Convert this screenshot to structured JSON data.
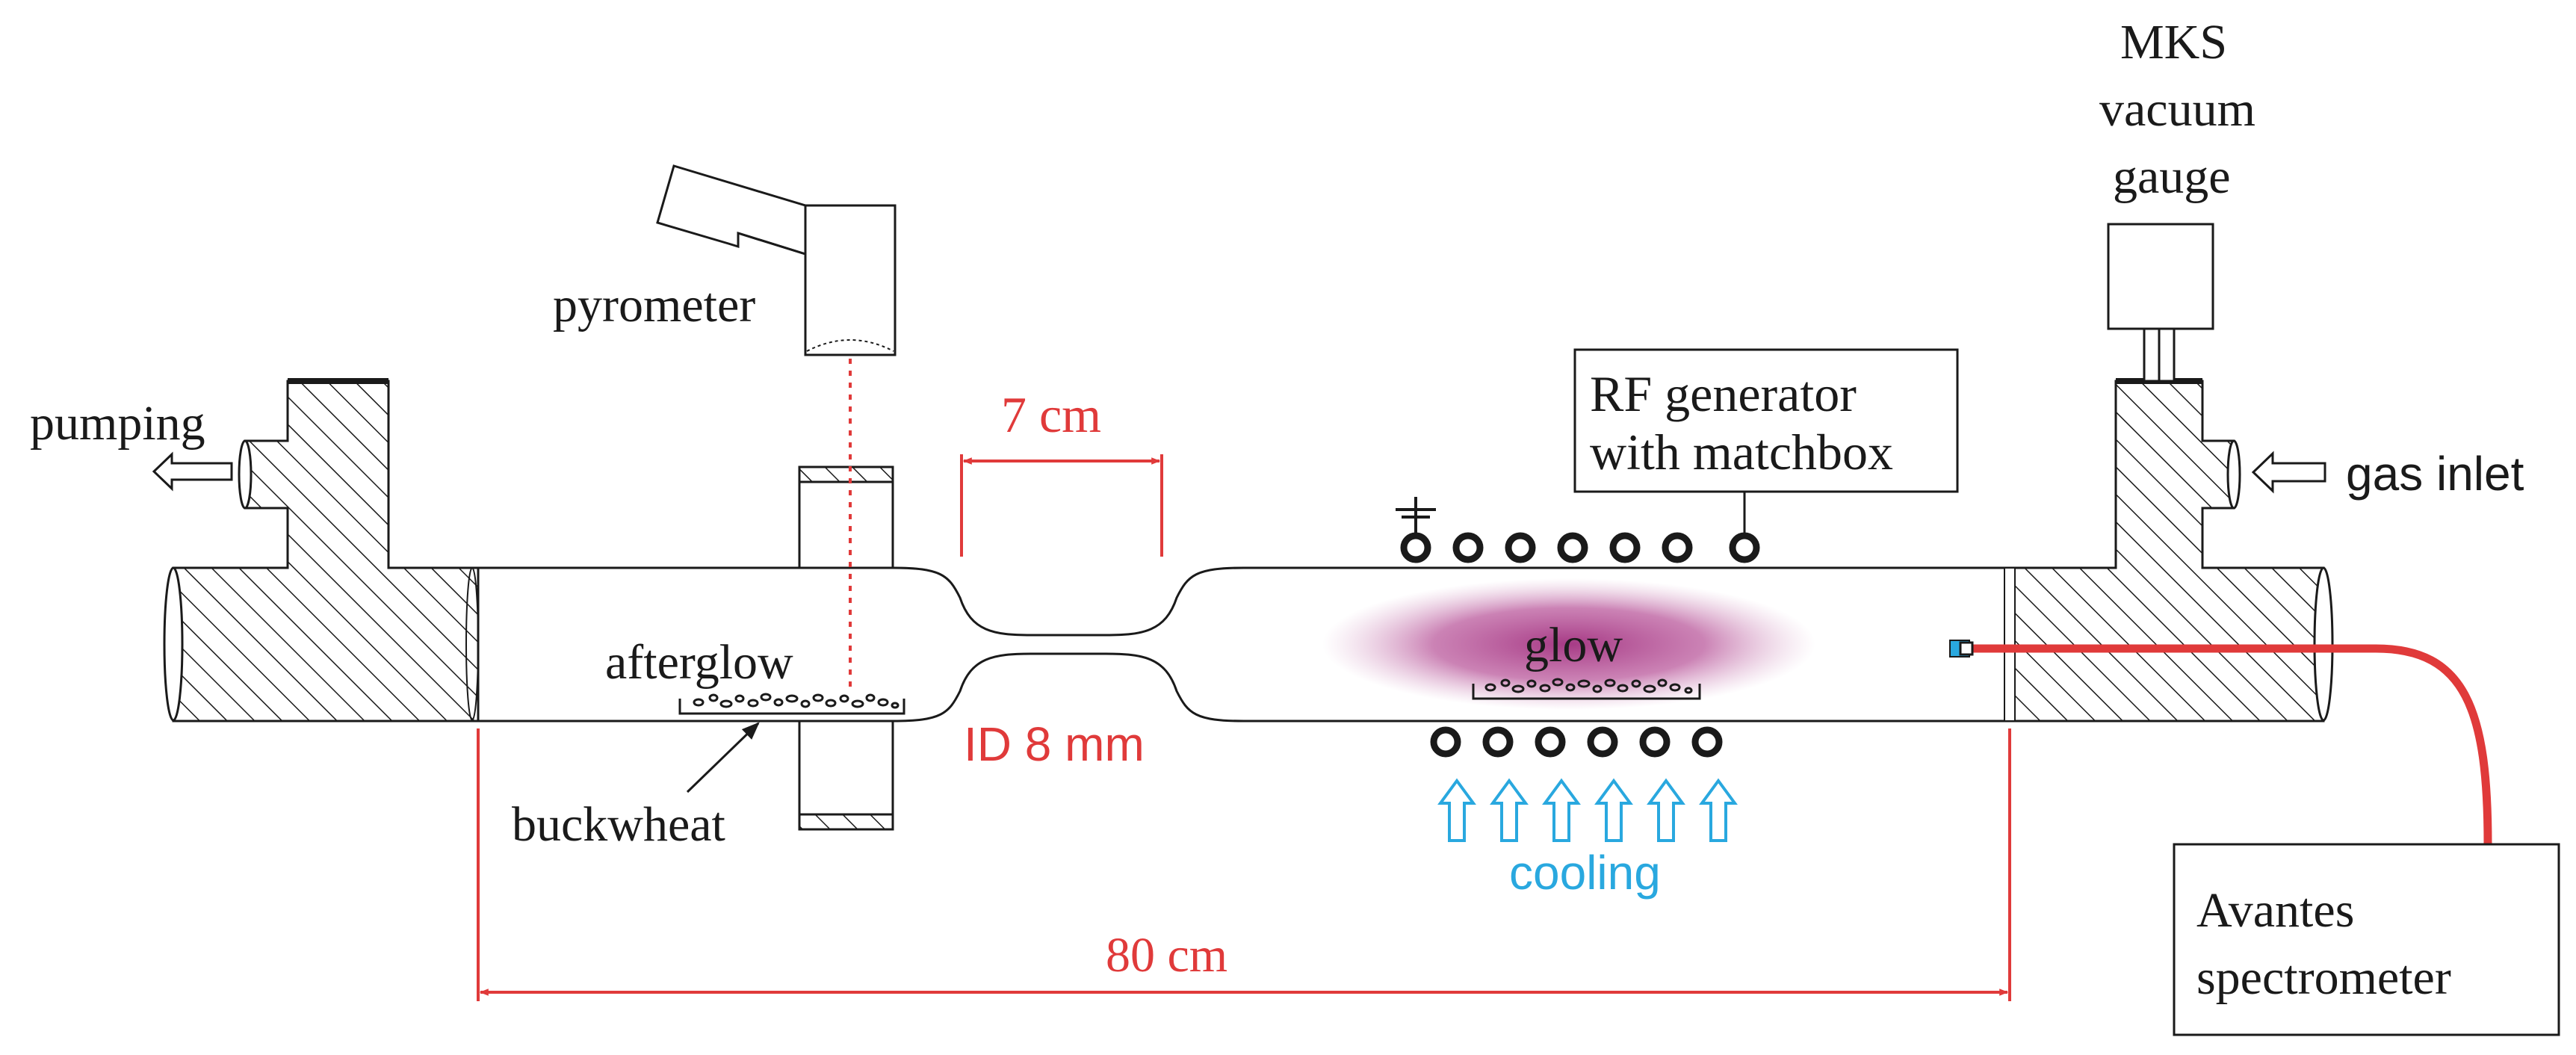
{
  "labels": {
    "mks_line1": "MKS",
    "mks_line2": "vacuum",
    "mks_line3": "gauge",
    "pyrometer": "pyrometer",
    "pumping": "pumping",
    "gas_inlet": "gas inlet",
    "rf_line1": "RF generator",
    "rf_line2": "with matchbox",
    "seven_cm": "7 cm",
    "afterglow": "afterglow",
    "glow": "glow",
    "id_8mm": "ID 8 mm",
    "buckwheat": "buckwheat",
    "cooling": "cooling",
    "eighty_cm": "80 cm",
    "avantes_line1": "Avantes",
    "avantes_line2": "spectrometer"
  },
  "colors": {
    "dimension_red": "#e03a3a",
    "cooling_blue": "#29a8df",
    "glow_purple": "#a2307f",
    "ink": "#1a1a1a"
  },
  "icons": {
    "pumping_arrow": "arrow-left-icon",
    "gas_inlet_arrow": "arrow-left-icon",
    "cooling_arrows": "arrow-up-icon",
    "ground": "ground-icon"
  }
}
